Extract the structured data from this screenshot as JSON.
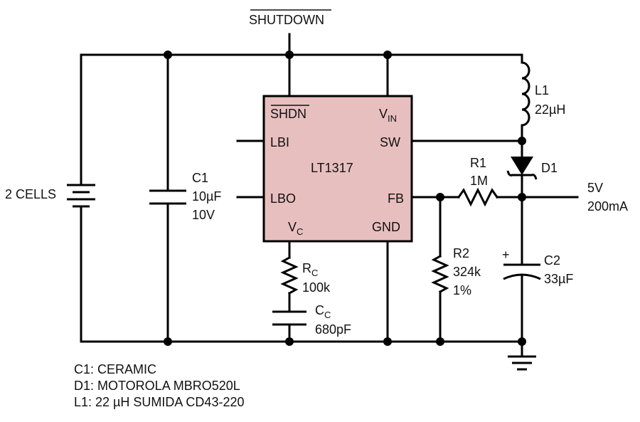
{
  "colors": {
    "ic_fill": "#e8bfbf",
    "wire": "#000000",
    "text": "#111111",
    "background": "#ffffff"
  },
  "shutdown": {
    "label": "SHUTDOWN"
  },
  "ic": {
    "name": "LT1317",
    "pins": {
      "shdn": "SHDN",
      "vin_v": "V",
      "vin_sub": "IN",
      "lbi": "LBI",
      "sw": "SW",
      "lbo": "LBO",
      "fb": "FB",
      "vc_v": "V",
      "vc_sub": "C",
      "gnd": "GND"
    }
  },
  "battery": {
    "label": "2 CELLS"
  },
  "c1": {
    "name": "C1",
    "value": "10µF",
    "voltage": "10V"
  },
  "rc": {
    "name_main": "R",
    "name_sub": "C",
    "value": "100k"
  },
  "cc": {
    "name_main": "C",
    "name_sub": "C",
    "value": "680pF"
  },
  "r1": {
    "name": "R1",
    "value": "1M"
  },
  "r2": {
    "name": "R2",
    "value": "324k",
    "tolerance": "1%"
  },
  "c2": {
    "name": "C2",
    "value": "33µF",
    "polarity": "+"
  },
  "l1": {
    "name": "L1",
    "value": "22µH"
  },
  "d1": {
    "name": "D1"
  },
  "output": {
    "voltage": "5V",
    "current": "200mA"
  },
  "notes": [
    "C1: CERAMIC",
    "D1: MOTOROLA MBRO520L",
    "L1: 22 µH SUMIDA CD43-220"
  ]
}
